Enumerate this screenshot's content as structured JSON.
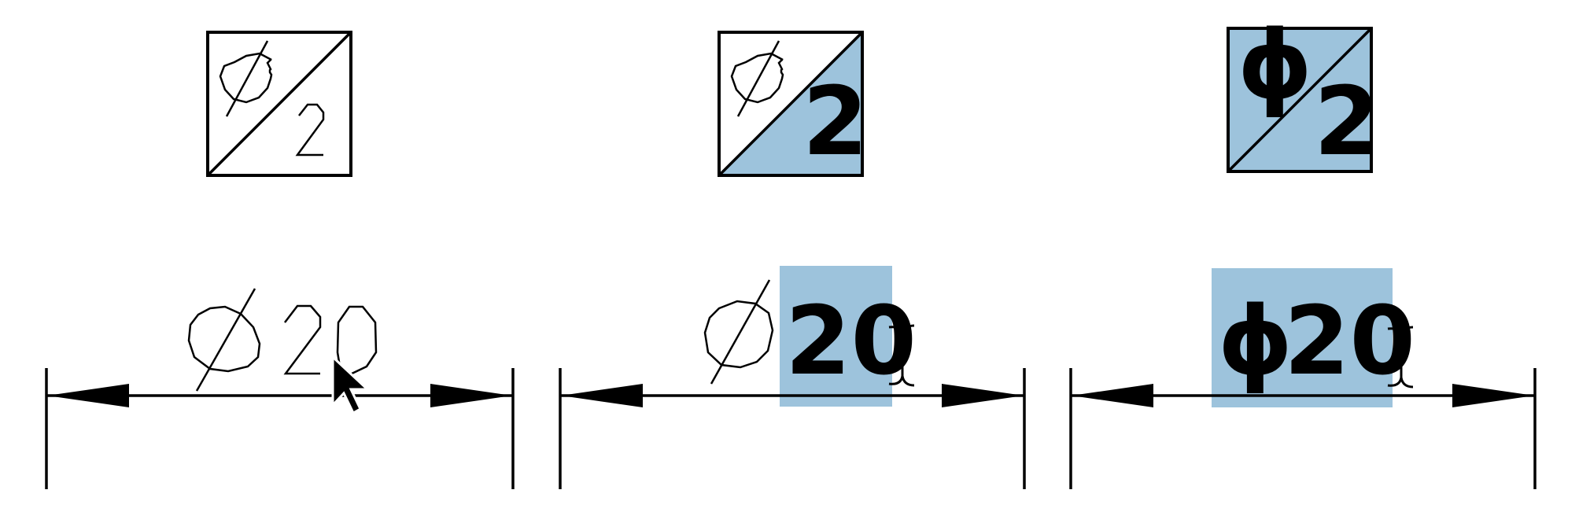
{
  "panels": [
    {
      "id": "unselected",
      "cell": {
        "symbol": "ϕ",
        "number": "2",
        "selection": "none"
      },
      "dimension": {
        "symbol": "ϕ",
        "value": "20",
        "selection": "none",
        "cursor": "arrow"
      }
    },
    {
      "id": "partially-selected",
      "cell": {
        "symbol": "ϕ",
        "number": "2",
        "selection": "lower-triangle"
      },
      "dimension": {
        "symbol": "ϕ",
        "value": "20",
        "selection": "value-only",
        "cursor": "text-ibeam"
      }
    },
    {
      "id": "fully-selected",
      "cell": {
        "symbol": "ϕ",
        "number": "2",
        "selection": "full"
      },
      "dimension": {
        "symbol": "ϕ",
        "value": "20",
        "selection": "full",
        "cursor": "text-ibeam"
      }
    }
  ],
  "colors": {
    "selection": "#9dc3dc",
    "ink": "#000000",
    "background": "#ffffff"
  },
  "icons": [
    "arrow-cursor-icon",
    "ibeam-cursor-icon"
  ]
}
